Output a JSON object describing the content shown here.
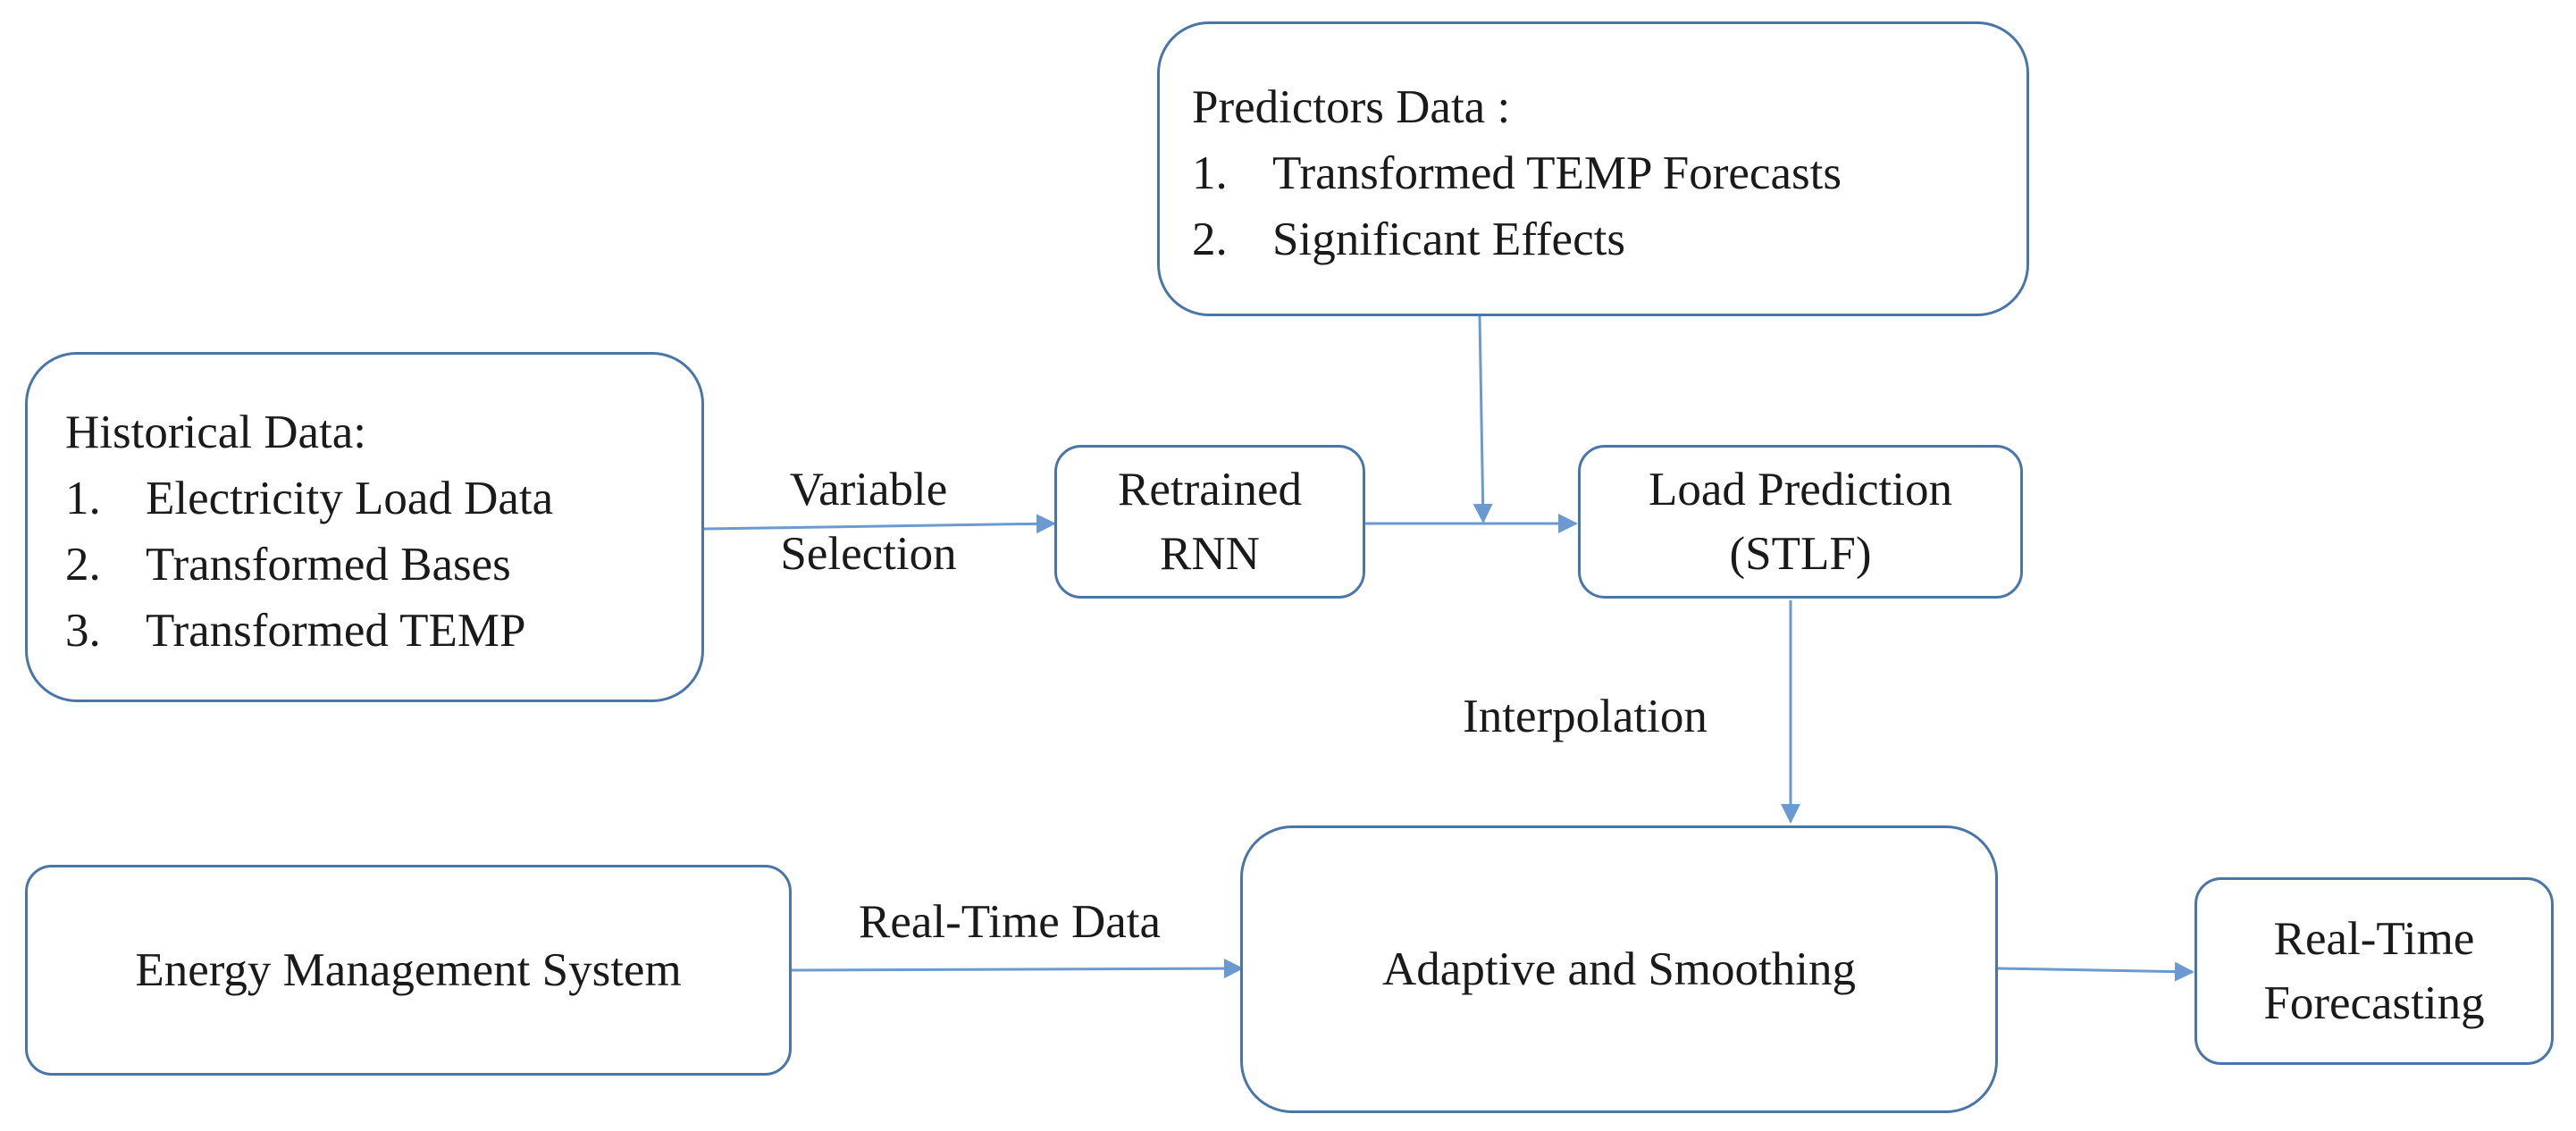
{
  "historical": {
    "title": "Historical Data:",
    "items": [
      {
        "num": "1.",
        "text": "Electricity Load Data"
      },
      {
        "num": "2.",
        "text": "Transformed Bases"
      },
      {
        "num": "3.",
        "text": "Transformed TEMP"
      }
    ]
  },
  "predictors": {
    "title": "Predictors Data :",
    "items": [
      {
        "num": "1.",
        "text": "Transformed TEMP Forecasts"
      },
      {
        "num": "2.",
        "text": "Significant Effects"
      }
    ]
  },
  "rnn": {
    "line1": "Retrained",
    "line2": "RNN"
  },
  "load_prediction": {
    "line1": "Load Prediction",
    "line2": "(STLF)"
  },
  "ems": {
    "label": "Energy Management System"
  },
  "adaptive": {
    "label": "Adaptive and Smoothing"
  },
  "realtime_forecasting": {
    "line1": "Real-Time",
    "line2": "Forecasting"
  },
  "edges": {
    "variable_selection": {
      "line1": "Variable",
      "line2": "Selection"
    },
    "interpolation": "Interpolation",
    "real_time_data": "Real-Time Data"
  },
  "colors": {
    "border": "#4a75a8",
    "arrow": "#6a9ad0",
    "text": "#1a1a1a"
  }
}
